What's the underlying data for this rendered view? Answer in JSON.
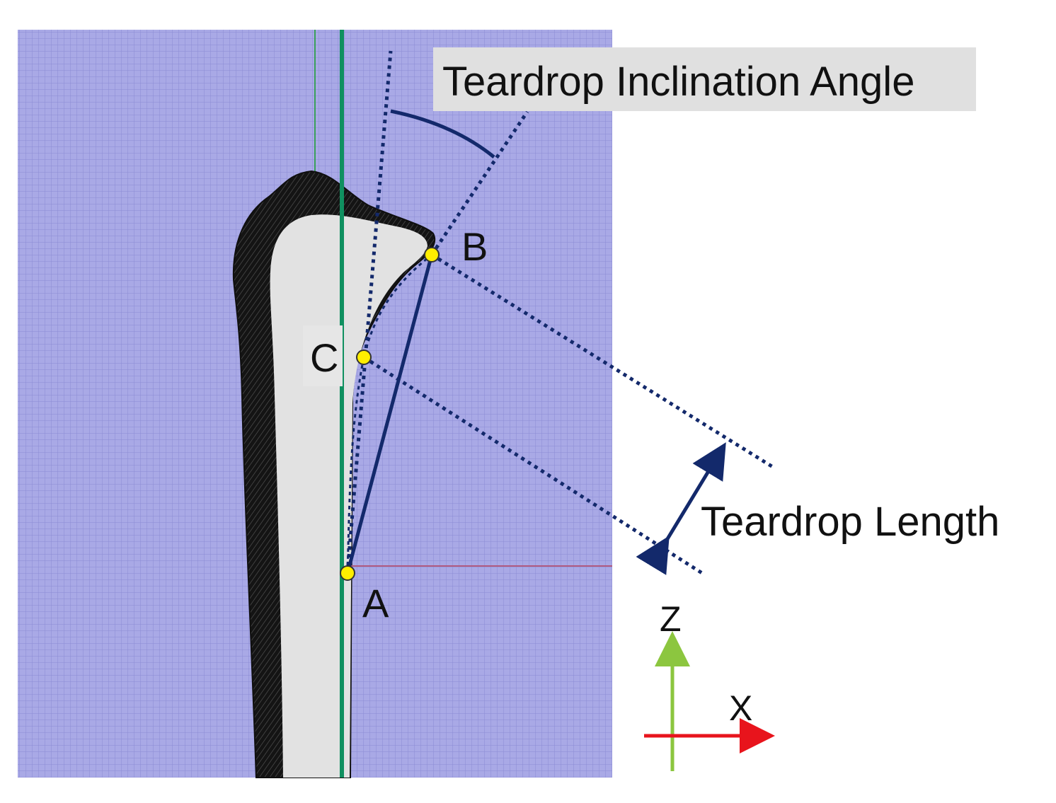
{
  "labels": {
    "title": "Teardrop Inclination Angle",
    "length": "Teardrop Length",
    "point_a": "A",
    "point_b": "B",
    "point_c": "C",
    "axis_z": "Z",
    "axis_x": "X"
  },
  "colors": {
    "grid_background": "#a9a9e6",
    "grid_line": "#8e8ed6",
    "bone_cortex": "#1a1a1a",
    "bone_medulla": "#e2e2e2",
    "vertical_axis": "#109060",
    "measurement_line": "#13296b",
    "landmark_point": "#ffee00",
    "horizontal_reference": "#b05a80",
    "axis_z_arrow": "#8cc63f",
    "axis_x_arrow": "#e8141c",
    "title_box": "#e0e0e0"
  }
}
